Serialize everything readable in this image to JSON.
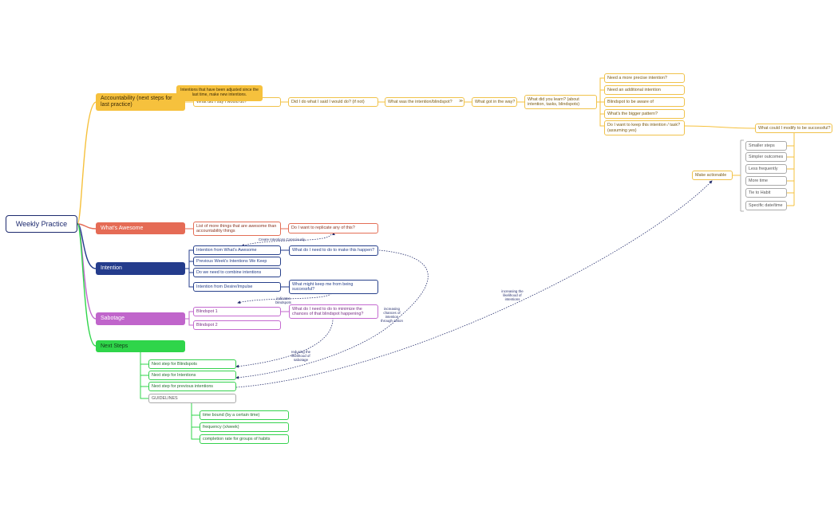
{
  "root": "Weekly Practice",
  "branches": {
    "accountability": "Accountability (next steps for last practice)",
    "awesome": "What's Awesome",
    "intention": "Intention",
    "sabotage": "Sabotage",
    "nextsteps": "Next Steps"
  },
  "accountability": {
    "callout": "Intentions that have been adjusted since the last time, make new intentions.",
    "did_i_say": "What did I say I would do?",
    "did_i_do": "Did I do what I said I would do? (if not)",
    "what_was": "What was the intention/blindspot?",
    "arrow": "≫",
    "got_in_way": "What got in the way?",
    "learn": "What did you learn? (about intention, tasks, blindspots)",
    "learn_items": [
      "Need a more precise intention?",
      "Need an additional intention",
      "Blindspot to be aware of",
      "What's the bigger pattern?",
      "Do I want to keep this intention / task? (assuming yes)"
    ],
    "modify": "What could I modify to be successful?",
    "modify_items": [
      "Smaller steps",
      "Simpler outcomes",
      "Less frequently",
      "More time",
      "Tie to Habit",
      "Specific date/time"
    ],
    "actionable": "Make actionable"
  },
  "awesome": {
    "list": "List of more things that are awesome than accountability things",
    "replicate": "Do I want to replicate any of this?"
  },
  "intention": {
    "items": [
      "Intention from What's Awesome",
      "Previous Week's Intentions We Keep",
      "Do we need to combine intentions",
      "Intention from Desire/Impulse"
    ],
    "q_happen": "What do I need to do to make this happen?",
    "q_keep": "What might keep me from being successful?"
  },
  "sabotage": {
    "items": [
      "Blindspot 1",
      "Blindspot 2"
    ],
    "minimize": "What do I need to do to minimize the chances of that blindspot happening?"
  },
  "nextsteps": {
    "items": [
      "Next step for Blindspots",
      "Next step for Intentions",
      "Next step for previous intentions",
      "GUIDELINES"
    ],
    "guidelines": [
      "time bound (by a certain time)",
      "frequency (x/week)",
      "completion rate for groups of habits"
    ]
  },
  "annotations": {
    "create": "Create Intentions Consciously",
    "indicates": "indicates blindspots",
    "increasing_action": "increasing chances of intention through action",
    "reducing": "reducing the likelihood of sabotage",
    "increasing_likelihood": "increasing the likelihood of intentions"
  },
  "colors": {
    "accountability": "#f6c13d",
    "awesome": "#e56b55",
    "intention": "#243c8c",
    "sabotage": "#c065cb",
    "nextsteps": "#2fd54a",
    "root": "#1d2a6e",
    "dotted": "#27306e"
  }
}
